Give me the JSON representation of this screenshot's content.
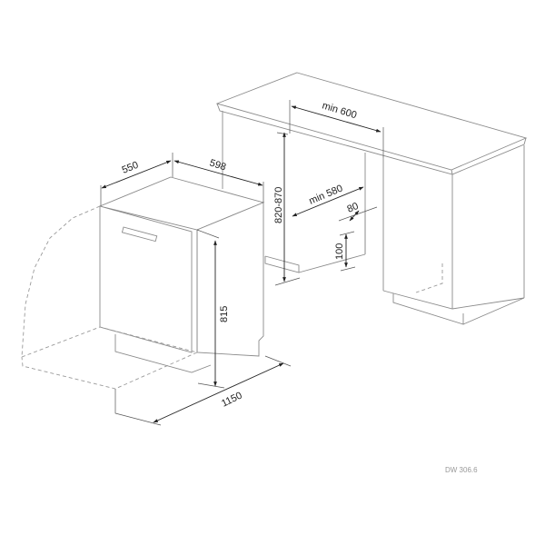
{
  "diagram": {
    "dimensions": {
      "depth": "550",
      "width": "598",
      "height": "815",
      "open_door_depth": "1150",
      "niche_height": "820-870",
      "niche_width": "min 600",
      "niche_depth": "min 580",
      "plinth_recess": "80",
      "plinth_height": "100"
    },
    "model_code": "DW 306.6"
  }
}
